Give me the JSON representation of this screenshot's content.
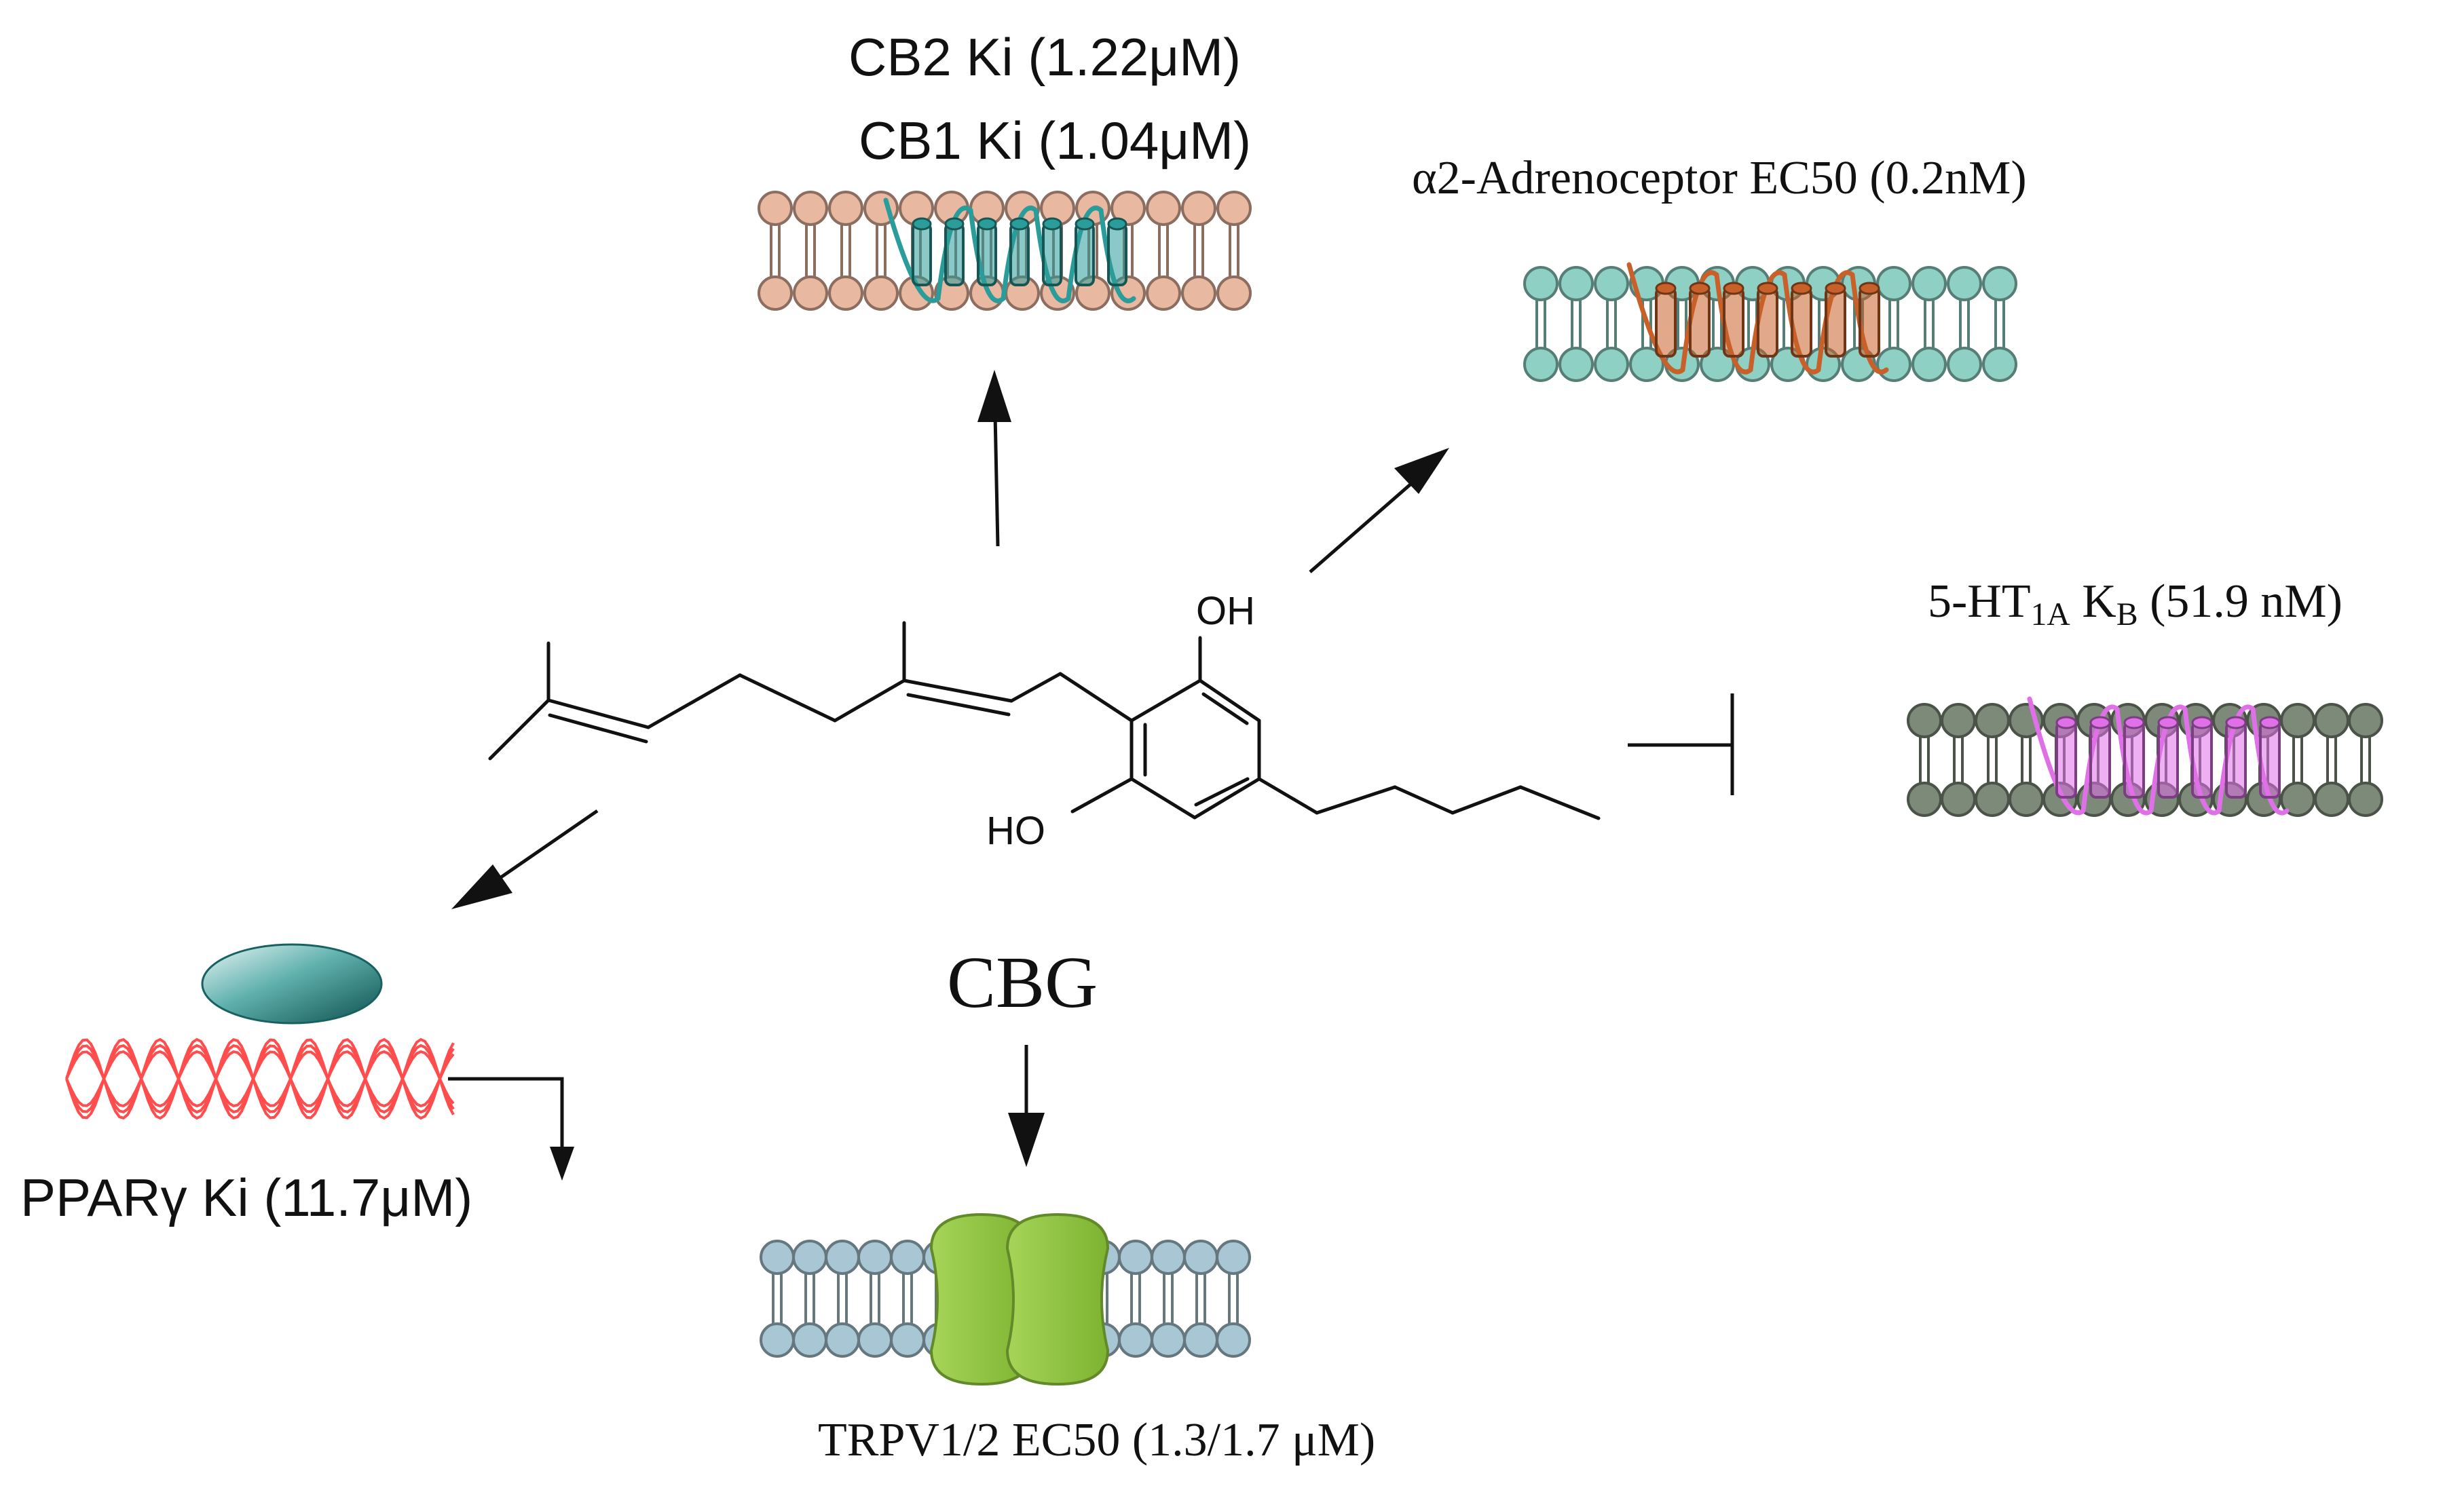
{
  "molecule": {
    "name": "CBG",
    "oh_top": "OH",
    "ho_bottom": "HO"
  },
  "targets": {
    "cb2": {
      "label": "CB2 Ki (1.22μM)"
    },
    "cb1": {
      "label": "CB1 Ki (1.04μM)"
    },
    "alpha2": {
      "label": "α2-Adrenoceptor EC50 (0.2nM)"
    },
    "ht1a": {
      "prefix": "5-HT",
      "sub1": "1A",
      "mid": " K",
      "sub2": "B",
      "suffix": " (51.9 nM)"
    },
    "ppar": {
      "label": "PPARγ Ki (11.7μM)"
    },
    "trpv": {
      "label": "TRPV1/2 EC50 (1.3/1.7 μM)"
    }
  },
  "colors": {
    "cb_membrane": "#e8b8a0",
    "cb_receptor": "#2a9d9a",
    "alpha2_membrane": "#8fd0c4",
    "alpha2_receptor": "#c8602a",
    "ht1a_membrane": "#7d8a7a",
    "ht1a_receptor": "#e070e8",
    "trpv_membrane": "#a9c6d4",
    "trpv_channel": "#8cc43c",
    "dna": "#ff4d4d",
    "ppar_protein": "#1d7a78"
  }
}
